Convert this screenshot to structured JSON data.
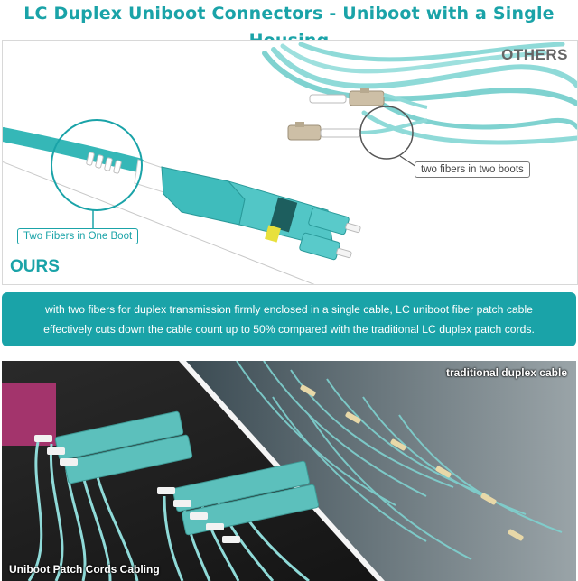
{
  "header": {
    "title": "LC Duplex Uniboot Connectors - Uniboot with a Single Housing"
  },
  "comparison": {
    "others_label": "OTHERS",
    "others_callout": "two fibers in two boots",
    "ours_label": "OURS",
    "ours_callout": "Two Fibers in One Boot"
  },
  "banner": {
    "line1": "with two fibers for duplex transmission firmly enclosed in a single cable, LC uniboot fiber patch cable",
    "line2": "effectively cuts down the cable count up to 50% compared with the traditional LC duplex patch cords."
  },
  "photo": {
    "left_caption": "Uniboot Patch Cords Cabling",
    "right_caption": "traditional duplex cable"
  },
  "colors": {
    "accent": "#1aa3a8",
    "aqua_cable": "#7fd6d6",
    "beige_connector": "#cdbfa6"
  }
}
